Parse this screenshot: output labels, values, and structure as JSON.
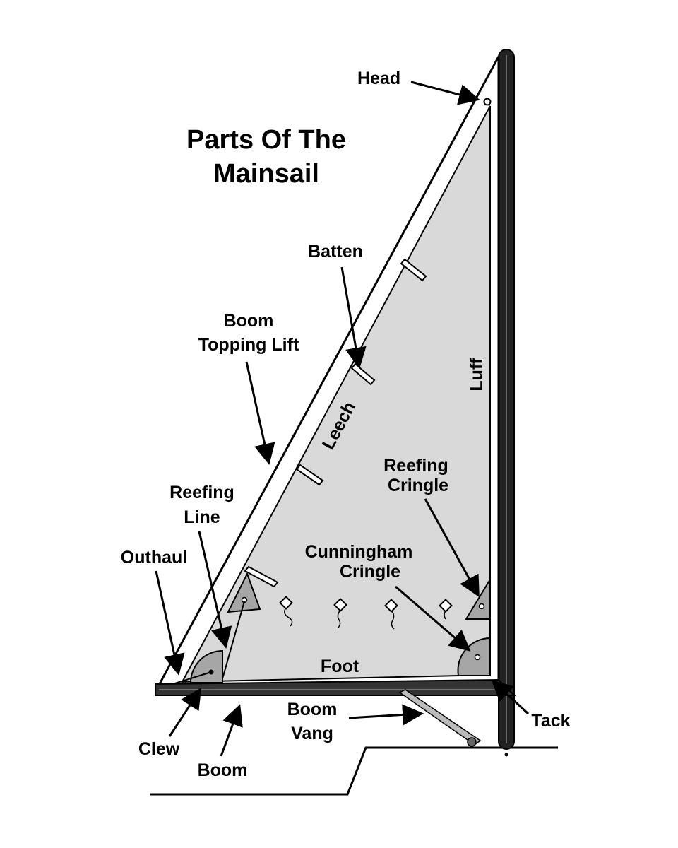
{
  "title": {
    "line1": "Parts Of The",
    "line2": "Mainsail"
  },
  "labels": {
    "head": "Head",
    "batten": "Batten",
    "boom_topping_lift_1": "Boom",
    "boom_topping_lift_2": "Topping Lift",
    "leech": "Leech",
    "luff": "Luff",
    "reefing_cringle_1": "Reefing",
    "reefing_cringle_2": "Cringle",
    "reefing_line_1": "Reefing",
    "reefing_line_2": "Line",
    "cunningham_cringle_1": "Cunningham",
    "cunningham_cringle_2": "Cringle",
    "outhaul": "Outhaul",
    "foot": "Foot",
    "boom_vang_1": "Boom",
    "boom_vang_2": "Vang",
    "tack": "Tack",
    "clew": "Clew",
    "boom": "Boom"
  },
  "colors": {
    "sail_fill": "#d9d9d9",
    "cringle_fill": "#a6a6a6",
    "outline": "#000000",
    "background": "#ffffff"
  }
}
